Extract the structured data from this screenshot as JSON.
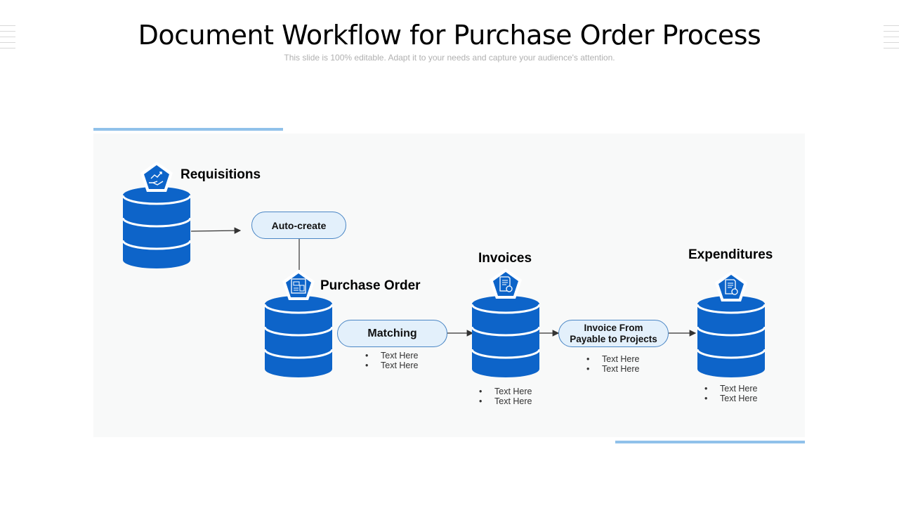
{
  "header": {
    "title": "Document Workflow for Purchase Order Process",
    "subtitle": "This slide is 100% editable. Adapt it to your needs and capture your audience's attention."
  },
  "colors": {
    "cylinder": "#0d64c9",
    "cylinder_dark": "#0953a9",
    "pill_fill": "#e3f0fb",
    "pill_border": "#4a86c5",
    "accent_line": "#90c1ea"
  },
  "stages": {
    "requisitions": {
      "label": "Requisitions",
      "icon": "hand-growth-chart-icon"
    },
    "purchase_order": {
      "label": "Purchase Order",
      "icon": "purchase-order-document-icon"
    },
    "invoices": {
      "label": "Invoices",
      "icon": "document-search-icon"
    },
    "expenditures": {
      "label": "Expenditures",
      "icon": "document-search-icon"
    }
  },
  "processes": {
    "auto_create": "Auto-create",
    "matching": "Matching",
    "invoice_from_line1": "Invoice From",
    "invoice_from_line2": "Payable to Projects"
  },
  "bullets": {
    "matching": [
      "Text Here",
      "Text Here"
    ],
    "invoices": [
      "Text Here",
      "Text Here"
    ],
    "invoice_from": [
      "Text Here",
      "Text Here"
    ],
    "expenditures": [
      "Text Here",
      "Text Here"
    ]
  },
  "bullet_symbol": "•"
}
